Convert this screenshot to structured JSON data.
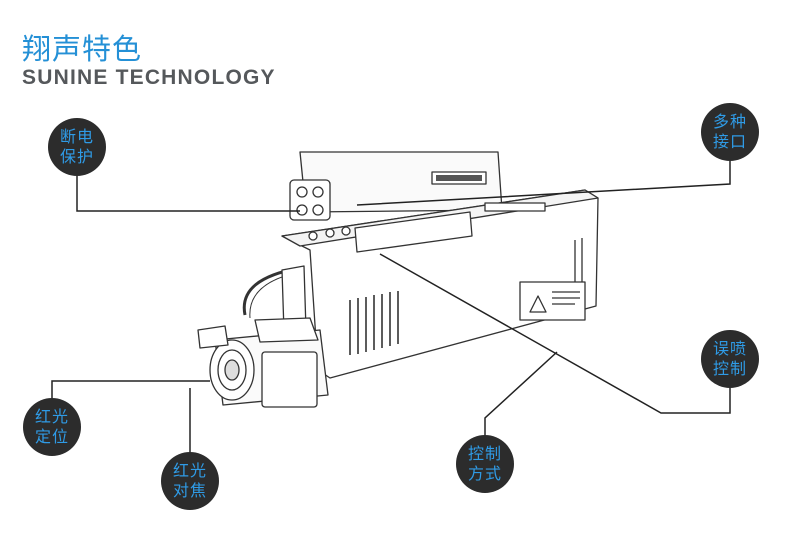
{
  "header": {
    "title_cn": "翔声特色",
    "subtitle_en": "SUNINE TECHNOLOGY"
  },
  "features": [
    {
      "key": "power-off-protection",
      "line1": "断电",
      "line2": "保护"
    },
    {
      "key": "multi-interface",
      "line1": "多种",
      "line2": "接口"
    },
    {
      "key": "anti-misspray",
      "line1": "误喷",
      "line2": "控制"
    },
    {
      "key": "red-light-positioning",
      "line1": "红光",
      "line2": "定位"
    },
    {
      "key": "red-light-focus",
      "line1": "红光",
      "line2": "对焦"
    },
    {
      "key": "control-mode",
      "line1": "控制",
      "line2": "方式"
    }
  ],
  "colors": {
    "title_blue": "#2490d6",
    "bubble_fill": "#2c2c2c",
    "bubble_text": "#2f9be6",
    "line_color": "#222222"
  }
}
